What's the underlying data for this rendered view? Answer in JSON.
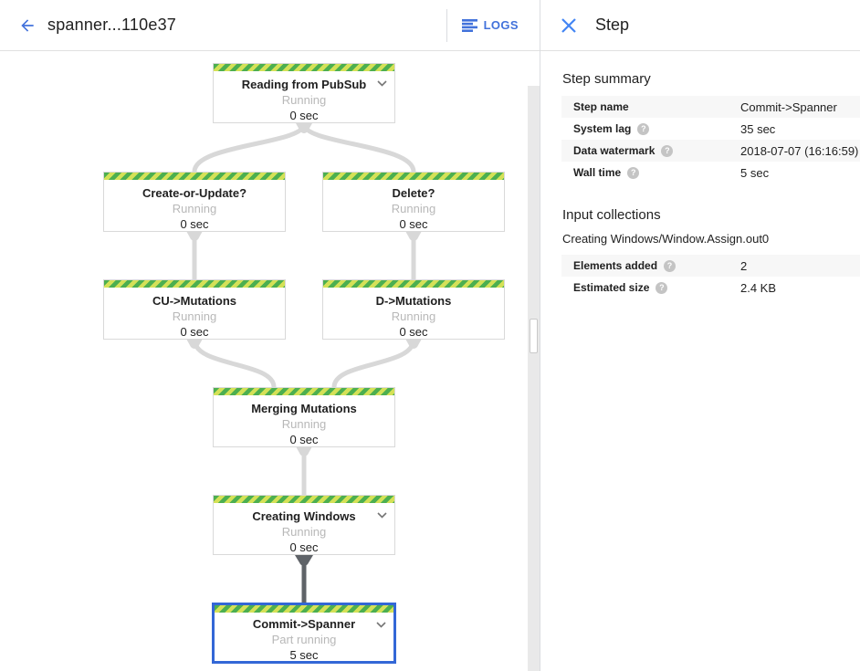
{
  "header": {
    "title": "spanner...110e37",
    "logs_label": "LOGS"
  },
  "icons": {
    "help_glyph": "?",
    "back": "arrow-left",
    "logs": "log-lines",
    "close": "x",
    "expand": "chevron-down"
  },
  "colors": {
    "accent_blue": "#4272db",
    "selected_border": "#3367d6",
    "stripe_green": "#4caf50",
    "stripe_lime": "#d4e157",
    "status_gray": "#b8b8b8",
    "edge_gray": "#d8d8d8",
    "edge_dark": "#5f6368"
  },
  "side_panel": {
    "title": "Step",
    "step_summary": {
      "heading": "Step summary",
      "rows": [
        {
          "label": "Step name",
          "value": "Commit->Spanner"
        },
        {
          "label": "System lag",
          "value": "35 sec"
        },
        {
          "label": "Data watermark",
          "value": "2018-07-07 (16:16:59)"
        },
        {
          "label": "Wall time",
          "value": "5 sec"
        }
      ]
    },
    "input_collections": {
      "heading": "Input collections",
      "collection_name": "Creating Windows/Window.Assign.out0",
      "rows": [
        {
          "label": "Elements added",
          "value": "2"
        },
        {
          "label": "Estimated size",
          "value": "2.4 KB"
        }
      ]
    }
  },
  "graph": {
    "nodes": [
      {
        "title": "Reading from PubSub",
        "status": "Running",
        "time": "0 sec"
      },
      {
        "title": "Create-or-Update?",
        "status": "Running",
        "time": "0 sec"
      },
      {
        "title": "Delete?",
        "status": "Running",
        "time": "0 sec"
      },
      {
        "title": "CU->Mutations",
        "status": "Running",
        "time": "0 sec"
      },
      {
        "title": "D->Mutations",
        "status": "Running",
        "time": "0 sec"
      },
      {
        "title": "Merging Mutations",
        "status": "Running",
        "time": "0 sec"
      },
      {
        "title": "Creating Windows",
        "status": "Running",
        "time": "0 sec"
      },
      {
        "title": "Commit->Spanner",
        "status": "Part running",
        "time": "5 sec"
      }
    ]
  }
}
